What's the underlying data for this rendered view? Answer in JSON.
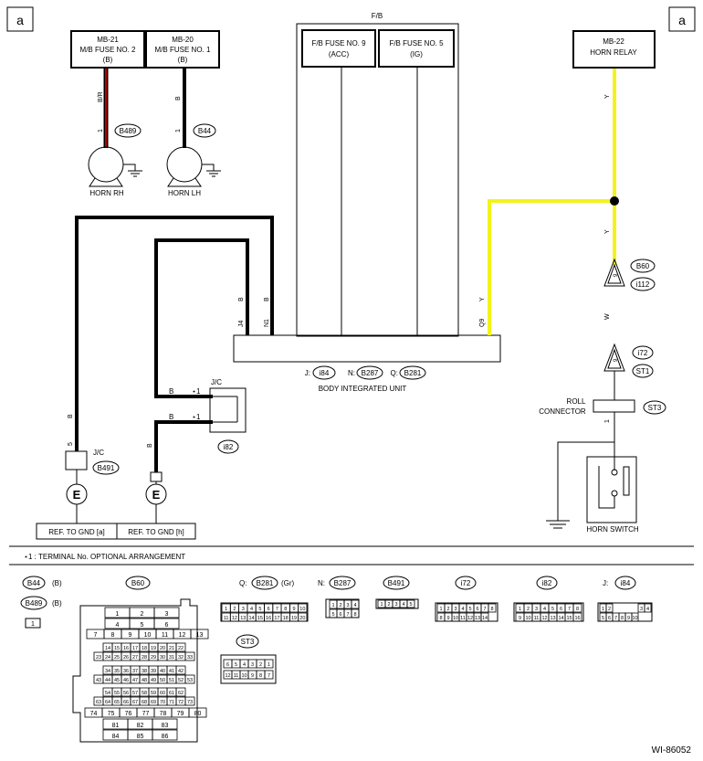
{
  "corner_label_left": "a",
  "corner_label_right": "a",
  "fb": {
    "title": "F/B",
    "fuse9_line1": "F/B FUSE NO. 9",
    "fuse9_line2": "(ACC)",
    "fuse5_line1": "F/B FUSE NO. 5",
    "fuse5_line2": "(IG)"
  },
  "mb21": {
    "line1": "MB-21",
    "line2": "M/B FUSE NO. 2",
    "line3": "(B)"
  },
  "mb20": {
    "line1": "MB-20",
    "line2": "M/B FUSE NO. 1",
    "line3": "(B)"
  },
  "mb22": {
    "line1": "MB-22",
    "line2": "HORN RELAY"
  },
  "horn_rh": {
    "label": "HORN RH",
    "connector": "B489",
    "pin": "1",
    "wire": "B/R"
  },
  "horn_lh": {
    "label": "HORN LH",
    "connector": "B44",
    "pin": "1",
    "wire": "B"
  },
  "biu": {
    "label": "BODY INTEGRATED UNIT",
    "j_prefix": "J:",
    "j_conn": "i84",
    "n_prefix": "N:",
    "n_conn": "B287",
    "q_prefix": "Q:",
    "q_conn": "B281",
    "pin_j4": "J4",
    "pin_n1": "N1",
    "pin_q9": "Q9",
    "wire_j4": "B",
    "wire_n1": "B",
    "wire_q9": "Y"
  },
  "jc_mid": {
    "label": "J/C",
    "connector": "i82",
    "star1": "⋆1",
    "star2": "⋆1",
    "wire1": "B",
    "wire2": "B",
    "wire3": "B"
  },
  "jc_left": {
    "label": "J/C",
    "connector": "B491",
    "pin": "5",
    "wire": "B"
  },
  "ground_e": "E",
  "ref_gnd_a": "REF. TO GND [a]",
  "ref_gnd_h": "REF. TO GND [h]",
  "relay_wire": "Y",
  "relay_wire2": "Y",
  "b60": "B60",
  "i112": "i112",
  "i72": "i72",
  "st1": "ST1",
  "st3": "ST3",
  "pin_s9a": "9",
  "pin_s9b": "9",
  "wire_w": "W",
  "roll_connector_l1": "ROLL",
  "roll_connector_l2": "CONNECTOR",
  "roll_pin": "1",
  "horn_switch": "HORN SWITCH",
  "footnote": "⋆1 : TERMINAL No. OPTIONAL ARRANGEMENT",
  "legend": {
    "b44": "B44",
    "b44_color": "(B)",
    "b489": "B489",
    "b489_color": "(B)",
    "b60": "B60",
    "q_prefix": "Q:",
    "b281": "B281",
    "b281_color": "(Gr)",
    "n_prefix": "N:",
    "b287": "B287",
    "b491": "B491",
    "i72": "i72",
    "i82": "i82",
    "j_prefix": "J:",
    "i84": "i84",
    "st3": "ST3"
  },
  "figure_id": "WI-86052"
}
